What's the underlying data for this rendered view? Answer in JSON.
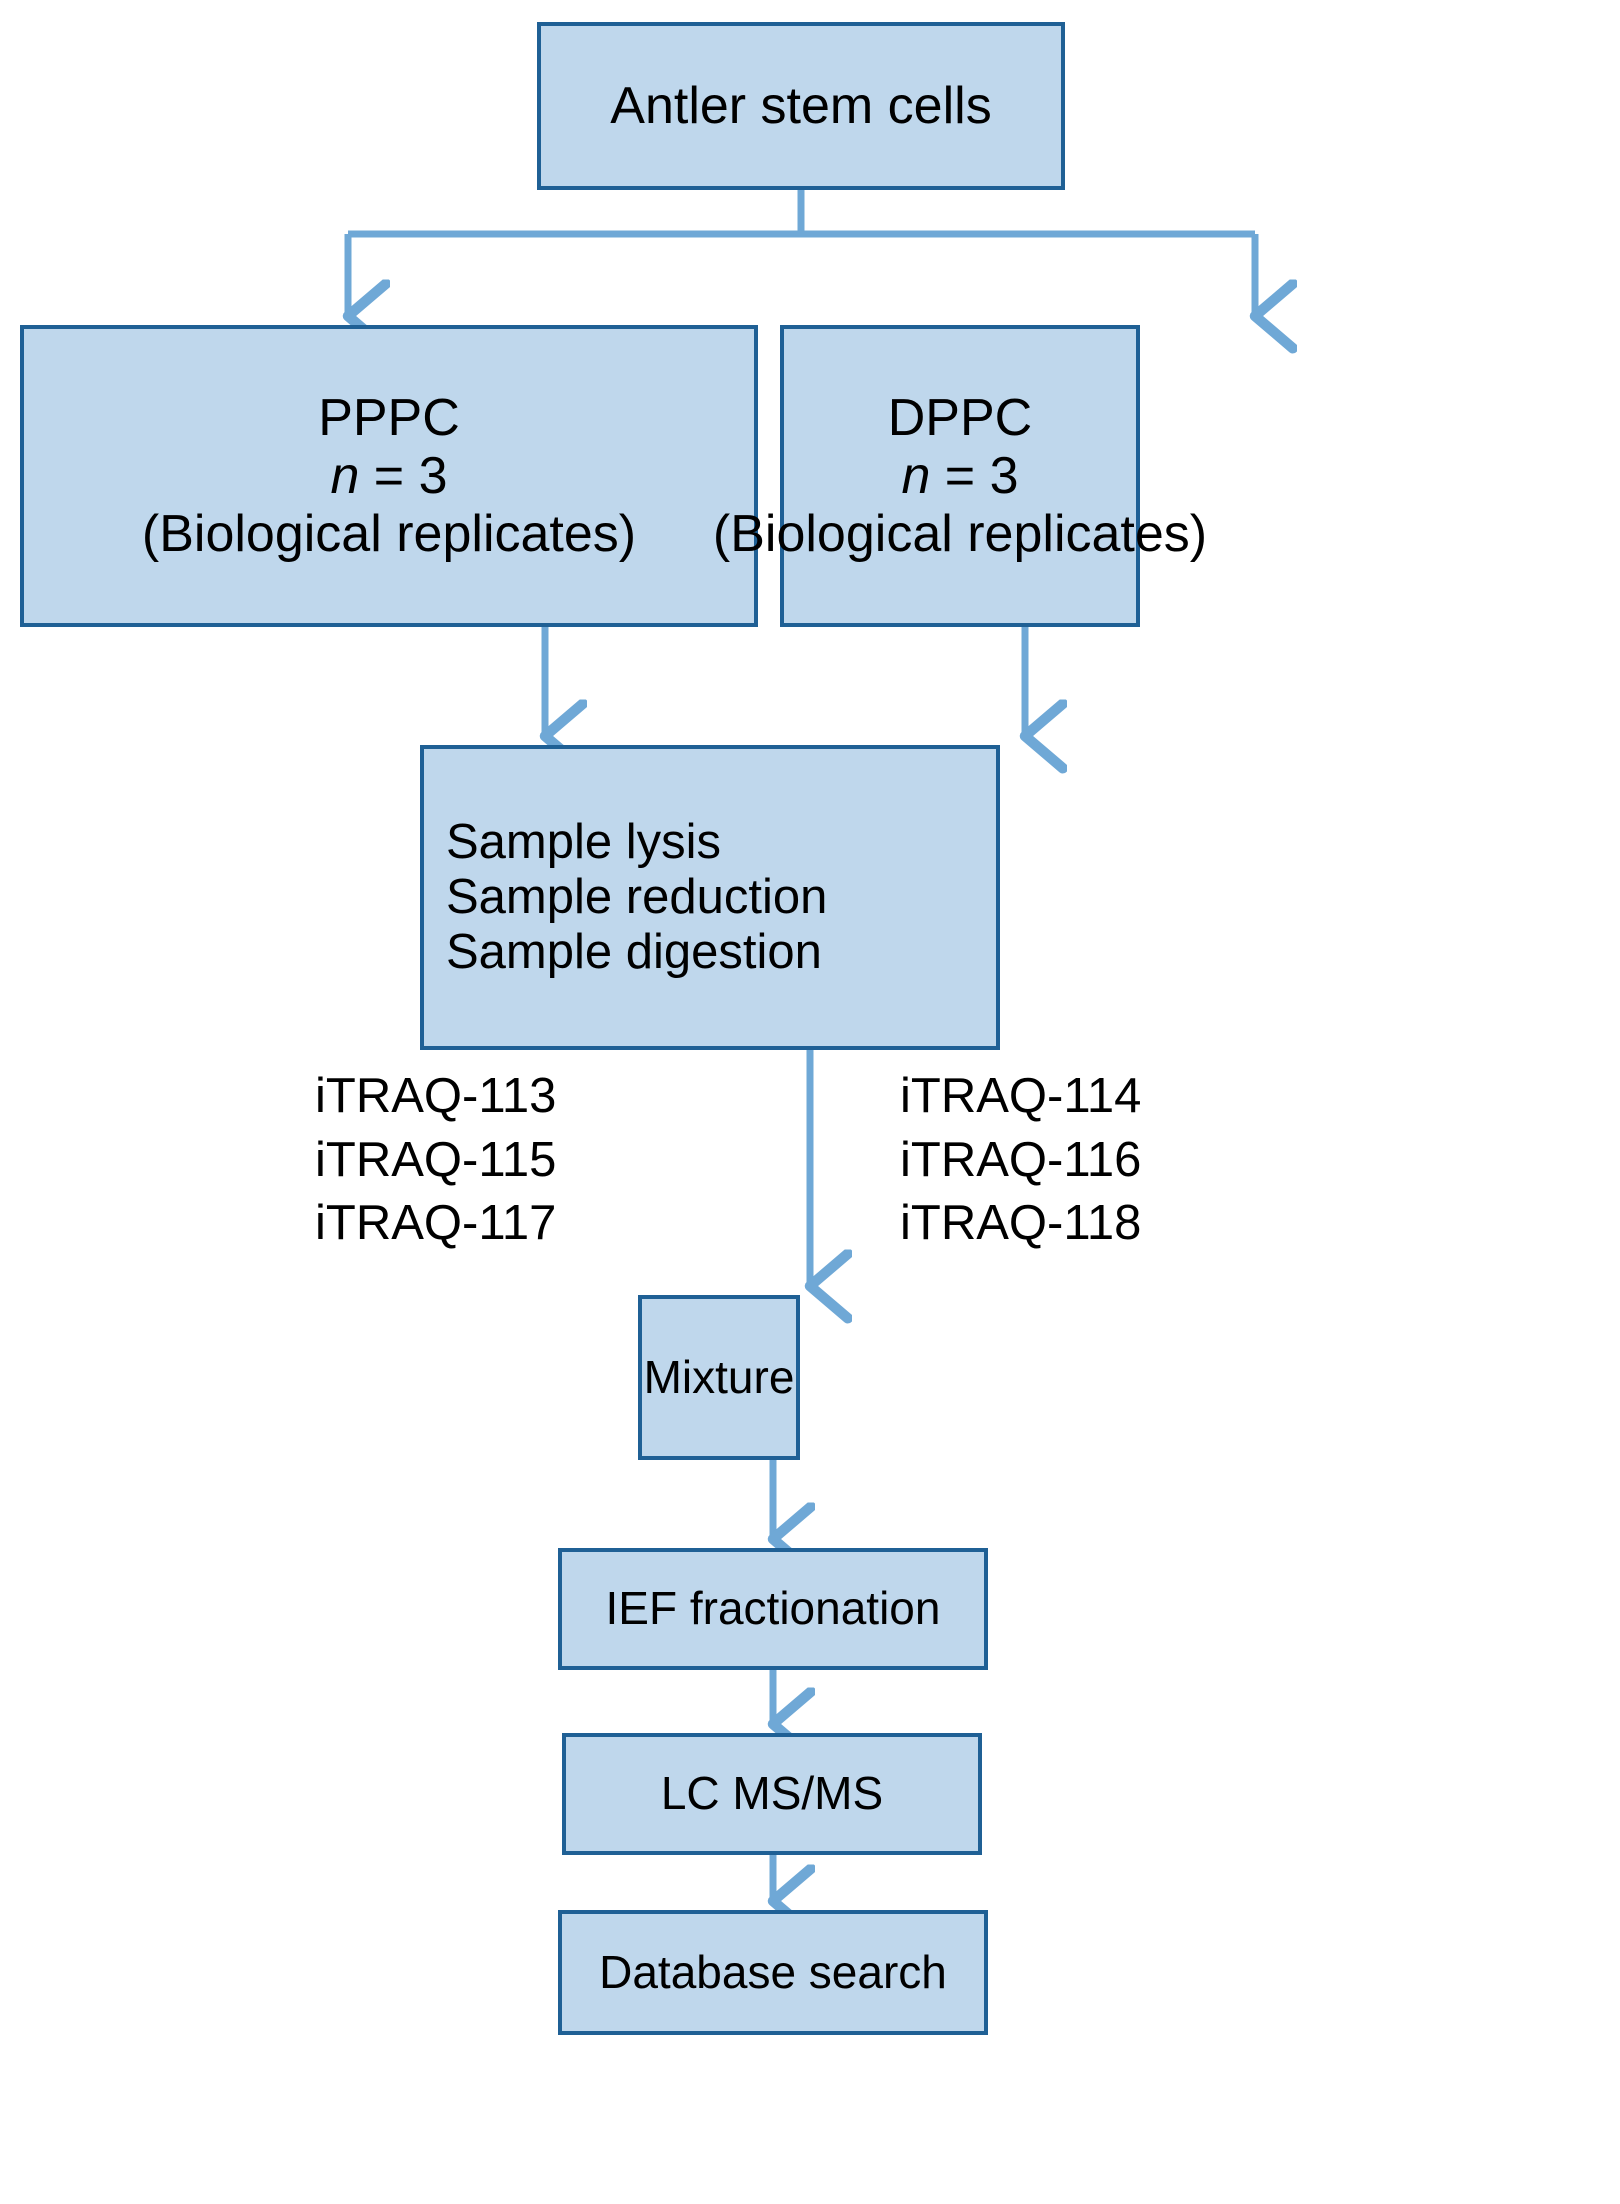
{
  "diagram": {
    "title": "iTRAQ proteomics workflow for antler stem cells",
    "colors": {
      "box_fill": "#bfd7ec",
      "box_border": "#1f6095",
      "arrow": "#6fa8d6",
      "text": "#000000",
      "background": "#ffffff"
    },
    "nodes": {
      "antler": {
        "label": "Antler stem cells"
      },
      "pppc": {
        "line1": "PPPC",
        "line2_italic": "n",
        "line2_rest": " = 3",
        "line3": "(Biological replicates)"
      },
      "dppc": {
        "line1": "DPPC",
        "line2_italic": "n",
        "line2_rest": " = 3",
        "line3": "(Biological replicates)"
      },
      "prep": {
        "line1": "Sample lysis",
        "line2": "Sample reduction",
        "line3": "Sample digestion"
      },
      "mixture": {
        "label": "Mixture"
      },
      "ief": {
        "label": "IEF fractionation"
      },
      "lcmsms": {
        "label": "LC MS/MS"
      },
      "database": {
        "label": "Database search"
      }
    },
    "itraq_labels": {
      "left_column": [
        "iTRAQ-113",
        "iTRAQ-115",
        "iTRAQ-117"
      ],
      "right_column": [
        "iTRAQ-114",
        "iTRAQ-116",
        "iTRAQ-118"
      ]
    }
  }
}
